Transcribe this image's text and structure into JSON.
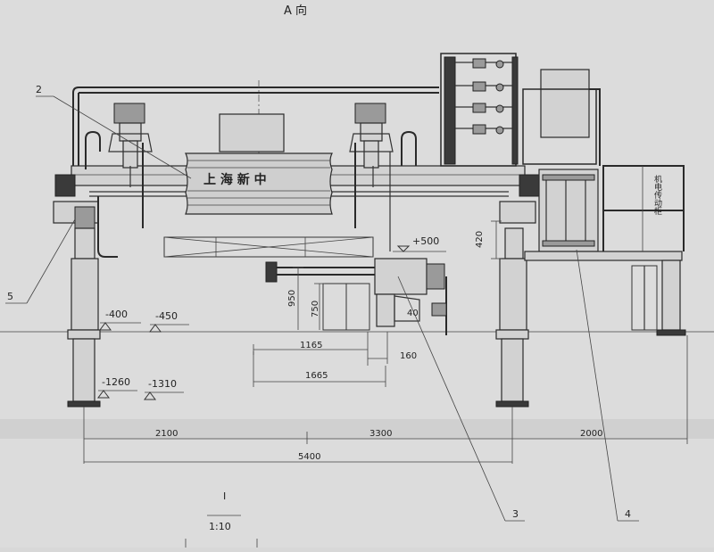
{
  "view_title": "A 向",
  "section": {
    "label": "I",
    "scale": "1:10"
  },
  "labels": {
    "banner": "上 海 新 中",
    "cabinet_text": "机电传动柜"
  },
  "elevations": {
    "e500": "+500",
    "e400": "-400",
    "e450": "-450",
    "e1260": "-1260",
    "e1310": "-1310"
  },
  "dimensions": {
    "d420": "420",
    "d950": "950",
    "d750": "750",
    "d1165": "1165",
    "d160": "160",
    "d1665": "1665",
    "d2100": "2100",
    "d3300": "3300",
    "d2000": "2000",
    "d5400": "5400",
    "d40": "40"
  },
  "callouts": {
    "c1": "2",
    "c2": "5",
    "c3": "3",
    "c4": "4"
  },
  "colors": {
    "paper": "#dcdcdc",
    "ink": "#2a2a2a"
  }
}
